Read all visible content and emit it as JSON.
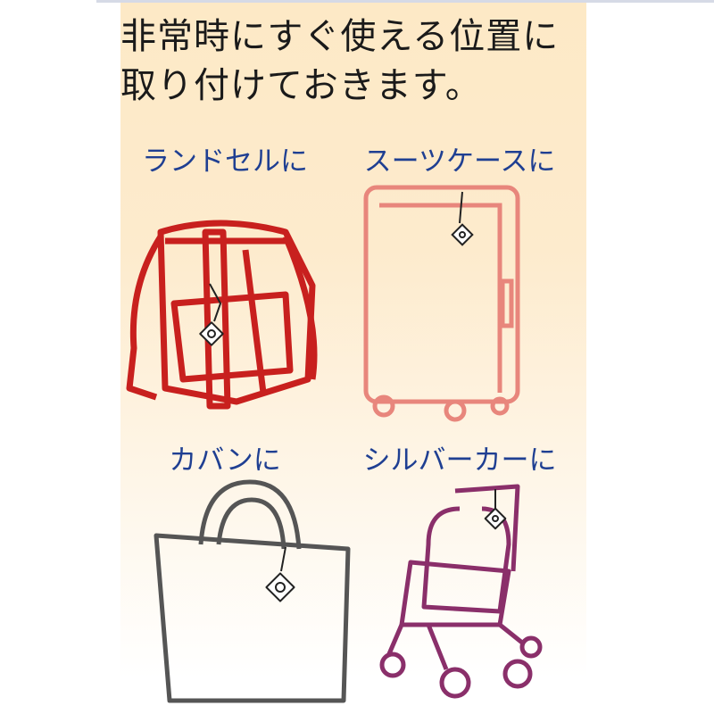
{
  "title": {
    "line1": "非常時にすぐ使える位置に",
    "line2": "取り付けておきます。"
  },
  "items": [
    {
      "label": "ランドセルに",
      "icon": "school-backpack-icon",
      "color": "#c8201e"
    },
    {
      "label": "スーツケースに",
      "icon": "suitcase-icon",
      "color": "#e8867c"
    },
    {
      "label": "カバンに",
      "icon": "tote-bag-icon",
      "color": "#555555"
    },
    {
      "label": "シルバーカーに",
      "icon": "walker-cart-icon",
      "color": "#8a2f6a"
    }
  ]
}
